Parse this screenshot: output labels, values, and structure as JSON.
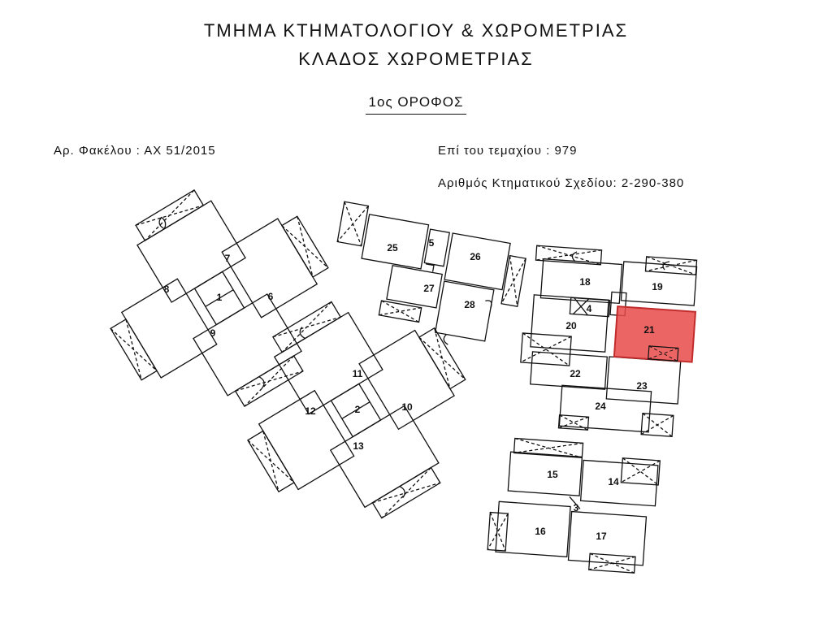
{
  "header": {
    "department": "ΤΜΗΜΑ ΚΤΗΜΑΤΟΛΟΓΙΟΥ & ΧΩΡΟΜΕΤΡΙΑΣ",
    "branch": "ΚΛΑΔΟΣ ΧΩΡΟΜΕΤΡΙΑΣ",
    "floor": "1ος ΟΡΟΦΟΣ"
  },
  "details": {
    "file_number": "Αρ. Φακέλου : ΑΧ 51/2015",
    "plot": "Επί του τεμαχίου : 979",
    "plan_number": "Αριθμός Κτηματικού Σχεδίου: 2-290-380"
  },
  "highlight_color": "#e94a4a",
  "highlighted_unit": "21",
  "units": {
    "u1": "1",
    "u2": "2",
    "u3": "3",
    "u4": "4",
    "u5": "5",
    "u6": "6",
    "u7": "7",
    "u8": "8",
    "u9": "9",
    "u10": "10",
    "u11": "11",
    "u12": "12",
    "u13": "13",
    "u14": "14",
    "u15": "15",
    "u16": "16",
    "u17": "17",
    "u18": "18",
    "u19": "19",
    "u20": "20",
    "u21": "21",
    "u22": "22",
    "u23": "23",
    "u24": "24",
    "u25": "25",
    "u26": "26",
    "u27": "27",
    "u28": "28"
  }
}
